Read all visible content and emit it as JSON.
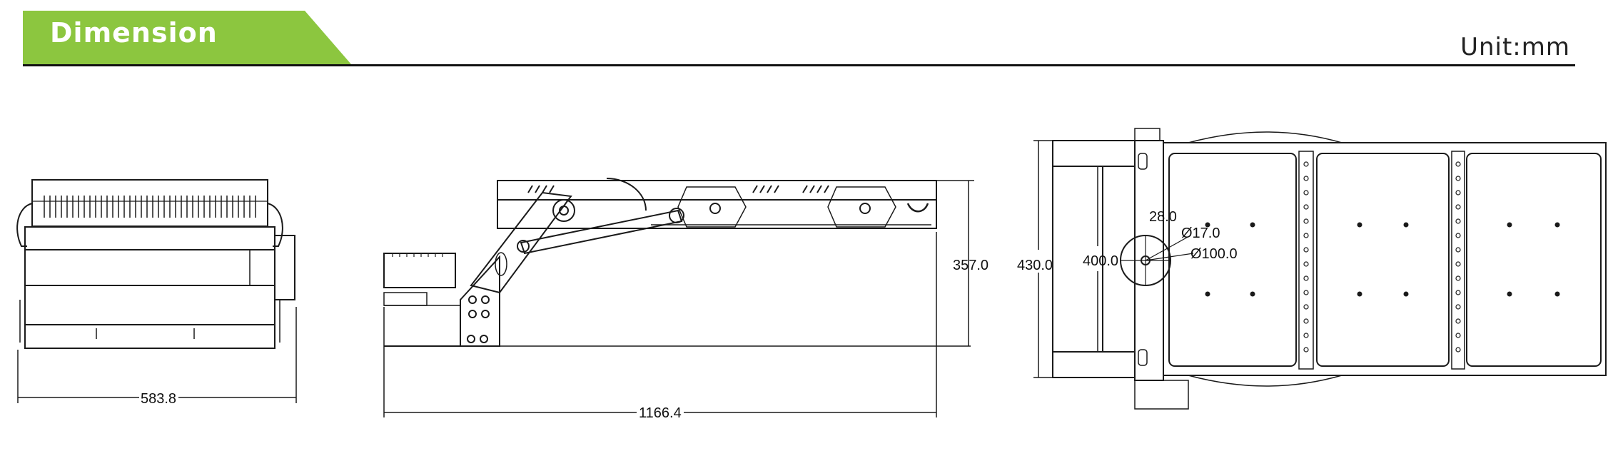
{
  "header": {
    "title": "Dimension",
    "unit": "Unit:mm",
    "accent_color": "#8cc63f"
  },
  "front_view": {
    "width_label": "583.8"
  },
  "side_view": {
    "length_label": "1166.4",
    "height_label": "357.0"
  },
  "top_view": {
    "outer_height_label": "430.0",
    "inner_height_label": "400.0",
    "slot_label": "28.0",
    "hole_small_label": "Ø17.0",
    "hole_large_label": "Ø100.0"
  }
}
